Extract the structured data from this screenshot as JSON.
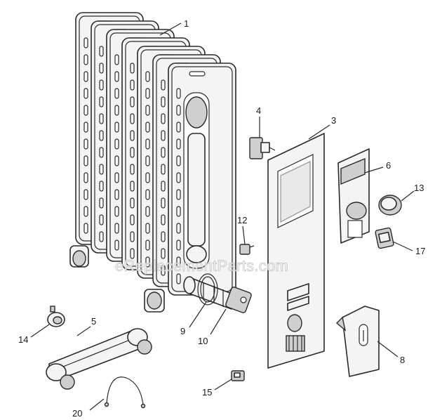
{
  "watermark": "eReplacementParts.com",
  "callouts": [
    {
      "id": "1",
      "label": "1",
      "part": "radiator-fins"
    },
    {
      "id": "3",
      "label": "3",
      "part": "front-panel"
    },
    {
      "id": "4",
      "label": "4",
      "part": "thermostat-switch"
    },
    {
      "id": "5",
      "label": "5",
      "part": "wheel-base"
    },
    {
      "id": "6",
      "label": "6",
      "part": "control-housing"
    },
    {
      "id": "8",
      "label": "8",
      "part": "side-cover"
    },
    {
      "id": "9",
      "label": "9",
      "part": "gasket-ring"
    },
    {
      "id": "10",
      "label": "10",
      "part": "heating-element"
    },
    {
      "id": "12",
      "label": "12",
      "part": "thermal-fuse"
    },
    {
      "id": "13",
      "label": "13",
      "part": "control-knob"
    },
    {
      "id": "14",
      "label": "14",
      "part": "caster-wheel"
    },
    {
      "id": "15",
      "label": "15",
      "part": "cord-clip"
    },
    {
      "id": "17",
      "label": "17",
      "part": "rocker-switch"
    },
    {
      "id": "20",
      "label": "20",
      "part": "u-bolt"
    }
  ]
}
